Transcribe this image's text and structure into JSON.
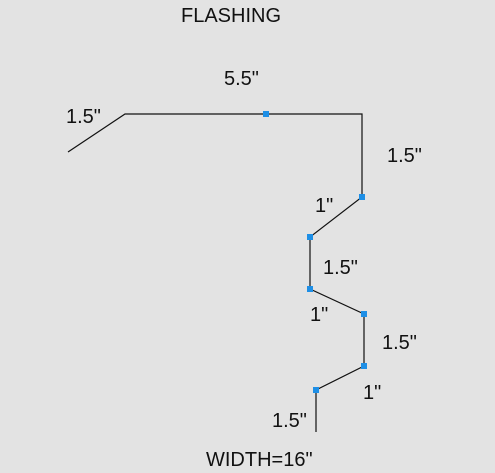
{
  "title": "FLASHING",
  "footer": "WIDTH=16\"",
  "colors": {
    "background": "#e3e3e3",
    "line": "#111111",
    "grip": "#1e8fe6"
  },
  "segments": {
    "seg_1": "1.5\"",
    "seg_2": "5.5\"",
    "seg_3": "1.5\"",
    "seg_4": "1\"",
    "seg_5": "1.5\"",
    "seg_6": "1\"",
    "seg_7": "1.5\"",
    "seg_8": "1\"",
    "seg_9": "1.5\""
  }
}
